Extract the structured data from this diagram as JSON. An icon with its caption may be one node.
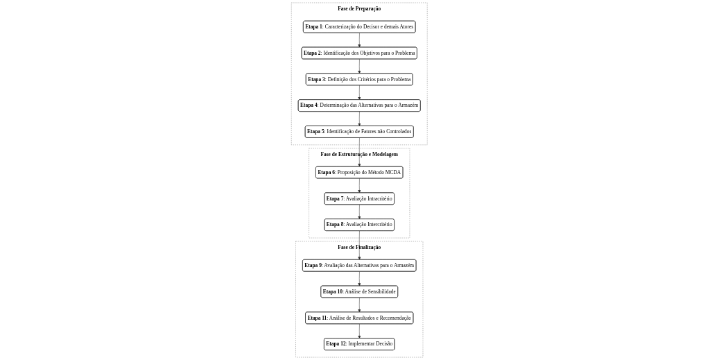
{
  "diagram": {
    "nodes": [
      {
        "text": [
          "Fase de Preparação"
        ]
      },
      {
        "text": [
          "**Etapa 1**: Caracterização do Decisor e demais Atores"
        ],
        "in": 0
      },
      {
        "text": [
          "**Etapa 2**: Identificação dos Objetivos para o Problema"
        ],
        "in": 0
      },
      {
        "text": [
          "**Etapa 3**: Definição dos Critérios para o Problema"
        ],
        "in": 0
      },
      {
        "text": [
          "**Etapa 4**: Determinação das Alternativas para o Armazém"
        ],
        "in": 0
      },
      {
        "text": [
          "**Etapa 5**: Identificação de Fatores não Controlados"
        ],
        "in": 0
      },
      {
        "text": [
          "Fase de Estruturação e Modelagem"
        ]
      },
      {
        "text": [
          "**Etapa 6**: Proposição do Método MCDA"
        ],
        "in": 6
      },
      {
        "text": [
          "**Etapa 7**: Avaliação Intracritério"
        ],
        "in": 6
      },
      {
        "text": [
          "**Etapa 8**: Avaliação Intercritério"
        ],
        "in": 6
      },
      {
        "text": [
          "Fase de Finalização"
        ]
      },
      {
        "text": [
          "**Etapa 9**: Avaliação das Alternativas para o Armazém"
        ],
        "in": 10
      },
      {
        "text": [
          "**Etapa 10**: Análise de Sensibilidade"
        ],
        "in": 10
      },
      {
        "text": [
          "**Etapa 11**: Análise de Resultados e Recomendação"
        ],
        "in": 10
      },
      {
        "text": [
          "**Etapa 12**: Implementar Decisão"
        ],
        "in": 10
      }
    ],
    "edges": [
      {
        "from": 1,
        "to": 2,
        "arrow": "to"
      },
      {
        "from": 2,
        "to": 3,
        "arrow": "to"
      },
      {
        "from": 3,
        "to": 4,
        "arrow": "to"
      },
      {
        "from": 4,
        "to": 5,
        "arrow": "to"
      },
      {
        "from": 5,
        "to": 7,
        "arrow": "to"
      },
      {
        "from": 7,
        "to": 8,
        "arrow": "to"
      },
      {
        "from": 8,
        "to": 9,
        "arrow": "to"
      },
      {
        "from": 9,
        "to": 11,
        "arrow": "to"
      },
      {
        "from": 11,
        "to": 12,
        "arrow": "to"
      },
      {
        "from": 12,
        "to": 13,
        "arrow": "to"
      },
      {
        "from": 13,
        "to": 14,
        "arrow": "to"
      }
    ]
  }
}
